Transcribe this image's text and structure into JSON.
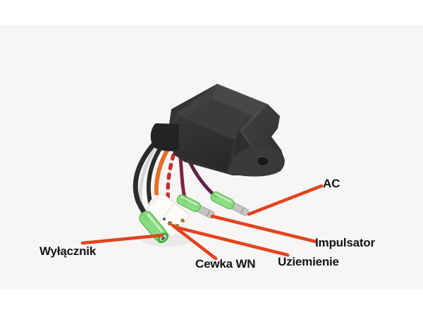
{
  "scene": {
    "photo_background": "#f7f6f4",
    "page_background": "#ffffff",
    "module_body_color": "#343436",
    "module_top_color": "#48484a",
    "module_recess_color": "#3c3c3e",
    "mounting_hole_color": "#19191b"
  },
  "annotation": {
    "line_color": "#e2431f",
    "label_color": "#141414",
    "labels": [
      {
        "id": "ac",
        "text": "AC"
      },
      {
        "id": "impulsator",
        "text": "Impulsator"
      },
      {
        "id": "uziemienie",
        "text": "Uziemienie"
      },
      {
        "id": "cewka_wn",
        "text": "Cewka WN"
      },
      {
        "id": "wylacznik",
        "text": "Wyłącznik"
      }
    ]
  },
  "colors": {
    "wire_black": "#2c2c2e",
    "wire_gray": "#d6d5d2",
    "wire_orange": "#e2702a",
    "wire_white": "#efece8",
    "wire_red_stripe": "#c53030",
    "wire_maroon": "#7c2742",
    "wire_purple": "#5f2144",
    "sleeve_green": "#82da7a",
    "sleeve_green_edge": "#45b042",
    "metal": "#c4c4c2",
    "connector_white": "#fcfbf7",
    "pin_brass": "#aa7f35"
  }
}
